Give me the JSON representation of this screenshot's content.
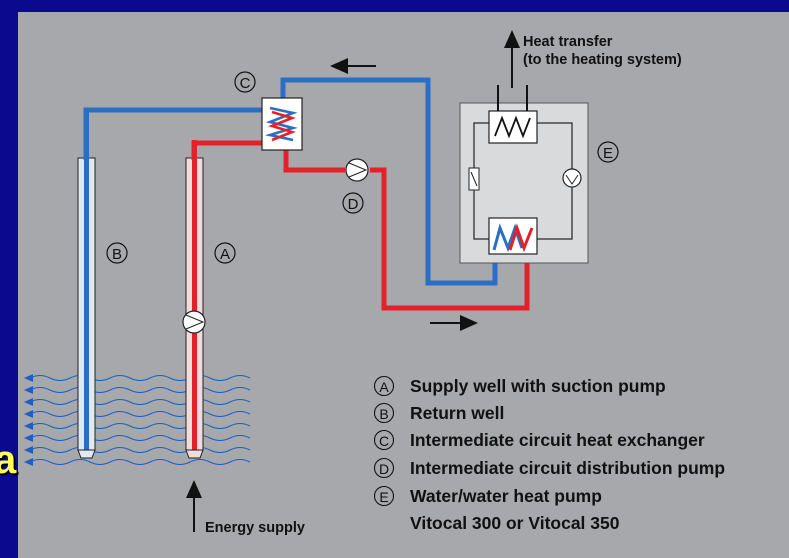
{
  "diagram": {
    "heat_transfer_line1": "Heat transfer",
    "heat_transfer_line2": "(to the heating system)",
    "energy_supply": "Energy supply",
    "markers": {
      "A": "A",
      "B": "B",
      "C": "C",
      "D": "D",
      "E": "E"
    },
    "legend": [
      {
        "key": "A",
        "text": "Supply well with suction pump"
      },
      {
        "key": "B",
        "text": "Return well"
      },
      {
        "key": "C",
        "text": "Intermediate circuit heat exchanger"
      },
      {
        "key": "D",
        "text": "Intermediate circuit distribution pump"
      },
      {
        "key": "E",
        "text": "Water/water heat pump"
      }
    ],
    "legend_extra": "Vitocal 300 or Vitocal 350",
    "edge_fragment": "a"
  },
  "colors": {
    "background": "#0b0a8e",
    "panel": "#a7a8ab",
    "hot_pipe": "#e3212b",
    "cold_pipe": "#2a6fc4",
    "water_lines": "#1b5fc2"
  }
}
